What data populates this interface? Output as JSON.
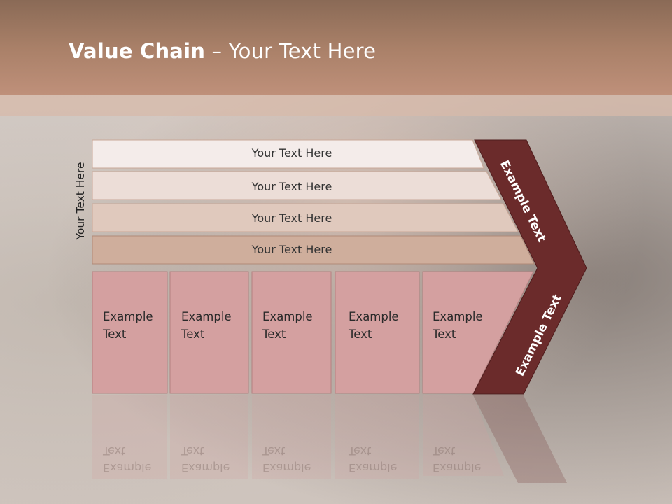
{
  "header": {
    "title_bold": "Value Chain",
    "title_rest": " – Your Text Here"
  },
  "side_label": "Your Text Here",
  "stripes": [
    {
      "label": "Your Text Here",
      "color": "#f4ecea"
    },
    {
      "label": "Your Text Here",
      "color": "#ecddd7"
    },
    {
      "label": "Your Text Here",
      "color": "#e0c9bd"
    },
    {
      "label": "Your Text Here",
      "color": "#cfae9c"
    }
  ],
  "cells": [
    {
      "line1": "Example",
      "line2": "Text"
    },
    {
      "line1": "Example",
      "line2": "Text"
    },
    {
      "line1": "Example",
      "line2": "Text"
    },
    {
      "line1": "Example",
      "line2": "Text"
    },
    {
      "line1": "Example",
      "line2": "Text"
    }
  ],
  "chevron_top": "Example Text",
  "chevron_bottom": "Example Text",
  "colors": {
    "header": "#a98068",
    "cell_fill": "#d4a0a0",
    "chevron": "#6b2b2b"
  }
}
